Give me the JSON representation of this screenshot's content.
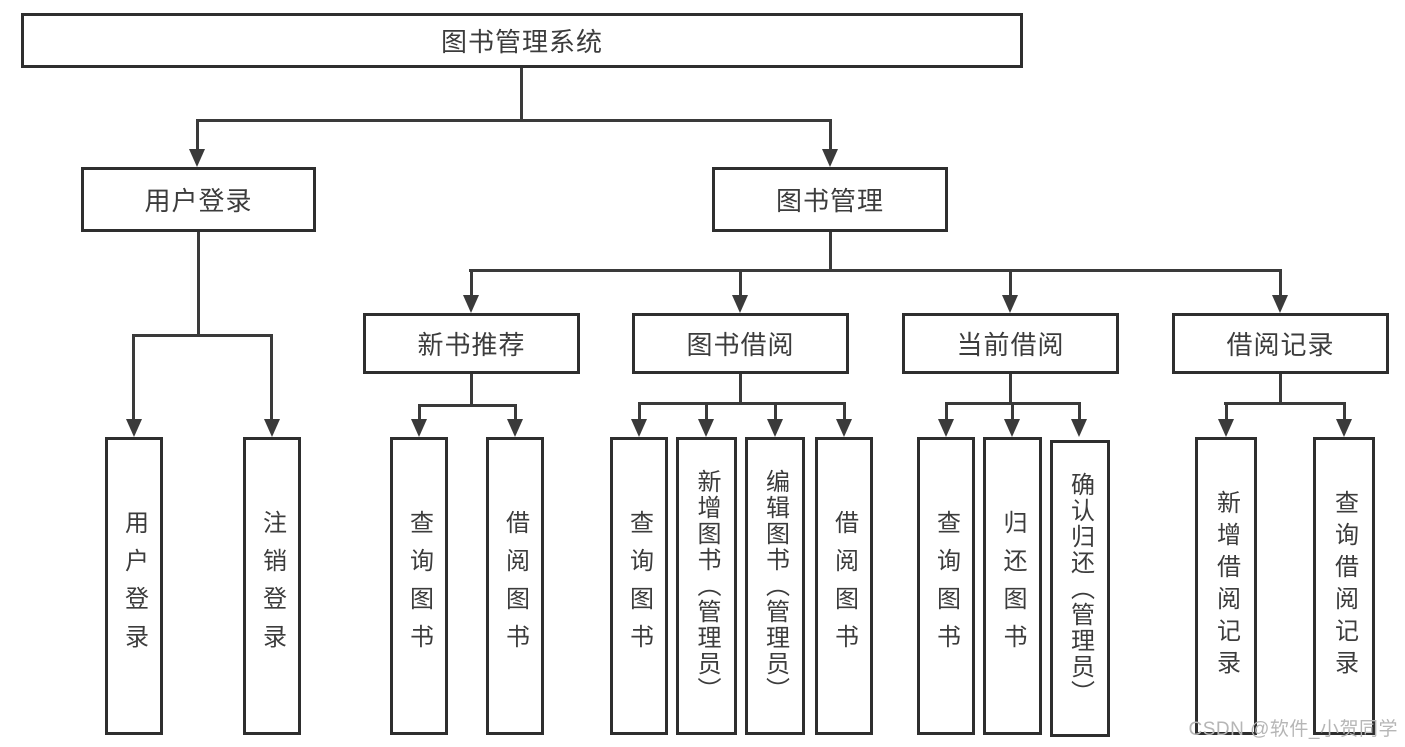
{
  "diagram": {
    "root": "图书管理系统",
    "branches": {
      "login": "用户登录",
      "manage": "图书管理"
    },
    "login_children": [
      "用户登录",
      "注销登录"
    ],
    "modules": [
      "新书推荐",
      "图书借阅",
      "当前借阅",
      "借阅记录"
    ],
    "recommend_children": [
      "查询图书",
      "借阅图书"
    ],
    "borrow_children": [
      "查询图书",
      "新增图书（管理员）",
      "编辑图书（管理员）",
      "借阅图书"
    ],
    "current_children": [
      "查询图书",
      "归还图书",
      "确认归还（管理员）"
    ],
    "record_children": [
      "新增借阅记录",
      "查询借阅记录"
    ]
  },
  "colors": {
    "line": "#3a3a3a",
    "border": "#2e2e2e",
    "text": "#3c3c3c",
    "background": "#ffffff",
    "watermark": "#b6b6b6"
  },
  "watermark": {
    "text": "CSDN @软件_小贺同学"
  }
}
